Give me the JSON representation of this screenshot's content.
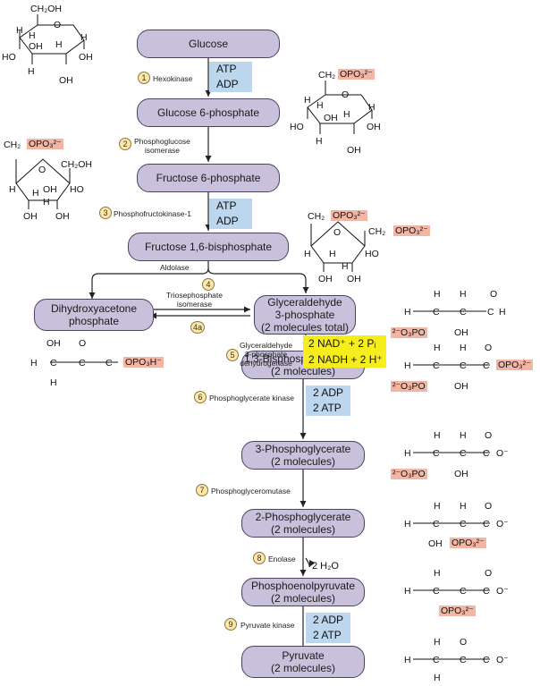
{
  "nodes": {
    "glucose": {
      "lines": [
        "Glucose"
      ]
    },
    "g6p": {
      "lines": [
        "Glucose 6-phosphate"
      ]
    },
    "f6p": {
      "lines": [
        "Fructose 6-phosphate"
      ]
    },
    "f16bp": {
      "lines": [
        "Fructose 1,6-bisphosphate"
      ]
    },
    "dhap": {
      "lines": [
        "Dihydroxyacetone",
        "phosphate"
      ]
    },
    "gap": {
      "lines": [
        "Glyceraldehyde",
        "3-phosphate",
        "(2 molecules total)"
      ]
    },
    "bpg": {
      "lines": [
        "1,3-Bisphosphoglycerate",
        "(2 molecules)"
      ]
    },
    "pg3": {
      "lines": [
        "3-Phosphoglycerate",
        "(2 molecules)"
      ]
    },
    "pg2": {
      "lines": [
        "2-Phosphoglycerate",
        "(2 molecules)"
      ]
    },
    "pep": {
      "lines": [
        "Phosphoenolpyruvate",
        "(2 molecules)"
      ]
    },
    "pyruvate": {
      "lines": [
        "Pyruvate",
        "(2 molecules)"
      ]
    }
  },
  "steps": [
    {
      "num": "1",
      "enzyme": [
        "Hexokinase"
      ]
    },
    {
      "num": "2",
      "enzyme": [
        "Phosphoglucose",
        "isomerase"
      ]
    },
    {
      "num": "3",
      "enzyme": [
        "Phosphofructokinase-1"
      ]
    },
    {
      "num": "4",
      "enzyme": [
        "Aldolase"
      ]
    },
    {
      "num": "4a",
      "enzyme": [
        "Triosephosphate",
        "isomerase"
      ]
    },
    {
      "num": "5",
      "enzyme": [
        "Glyceraldehyde",
        "3-phosphate",
        "dehydrogenase"
      ]
    },
    {
      "num": "6",
      "enzyme": [
        "Phosphoglycerate kinase"
      ]
    },
    {
      "num": "7",
      "enzyme": [
        "Phosphoglyceromutase"
      ]
    },
    {
      "num": "8",
      "enzyme": [
        "Enolase"
      ]
    },
    {
      "num": "9",
      "enzyme": [
        "Pyruvate kinase"
      ]
    }
  ],
  "cofactors": {
    "s1": [
      "ATP",
      "ADP"
    ],
    "s3": [
      "ATP",
      "ADP"
    ],
    "s5": [
      "2 NAD⁺ + 2 Pᵢ",
      "2 NADH + 2 H⁺"
    ],
    "s6": [
      "2 ADP",
      "2 ATP"
    ],
    "s8": "2 H₂O",
    "s9": [
      "2 ADP",
      "2 ATP"
    ]
  },
  "structures": {
    "glucose": [
      "CH₂OH",
      "O",
      "H",
      "H",
      "H",
      "H",
      "H",
      "HO",
      "OH",
      "OH",
      "OH"
    ],
    "g6p": [
      "CH₂",
      "OPO₃²⁻",
      "O",
      "H",
      "H",
      "H",
      "H",
      "H",
      "HO",
      "OH",
      "OH",
      "OH"
    ],
    "f6p": [
      "CH₂",
      "OPO₃²⁻",
      "O",
      "H",
      "HO",
      "H",
      "H",
      "CH₂OH",
      "OH",
      "OH",
      "OH"
    ],
    "f16bp": [
      "CH₂",
      "OPO₃²⁻",
      "O",
      "H",
      "HO",
      "H",
      "H",
      "CH₂",
      "OPO₃²⁻",
      "OH",
      "OH"
    ],
    "dhap": [
      "OH",
      "O",
      "H",
      "C",
      "C",
      "C",
      "OPO₃H⁻",
      "H"
    ],
    "gap": [
      "H",
      "H",
      "O",
      "H",
      "C",
      "C",
      "C",
      "H",
      "²⁻O₃PO",
      "OH"
    ],
    "bpg": [
      "H",
      "H",
      "O",
      "H",
      "C",
      "C",
      "C",
      "OPO₃²⁻",
      "²⁻O₃PO",
      "OH"
    ],
    "pg3": [
      "H",
      "H",
      "O",
      "H",
      "C",
      "C",
      "C",
      "O⁻",
      "²⁻O₃PO",
      "OH"
    ],
    "pg2": [
      "H",
      "H",
      "O",
      "H",
      "C",
      "C",
      "C",
      "O⁻",
      "OH",
      "OPO₃²⁻"
    ],
    "pep": [
      "H",
      "O",
      "H",
      "C",
      "C",
      "C",
      "O⁻",
      "OPO₃²⁻"
    ],
    "pyr": [
      "H",
      "O",
      "H",
      "C",
      "C",
      "C",
      "O⁻",
      "H"
    ]
  }
}
